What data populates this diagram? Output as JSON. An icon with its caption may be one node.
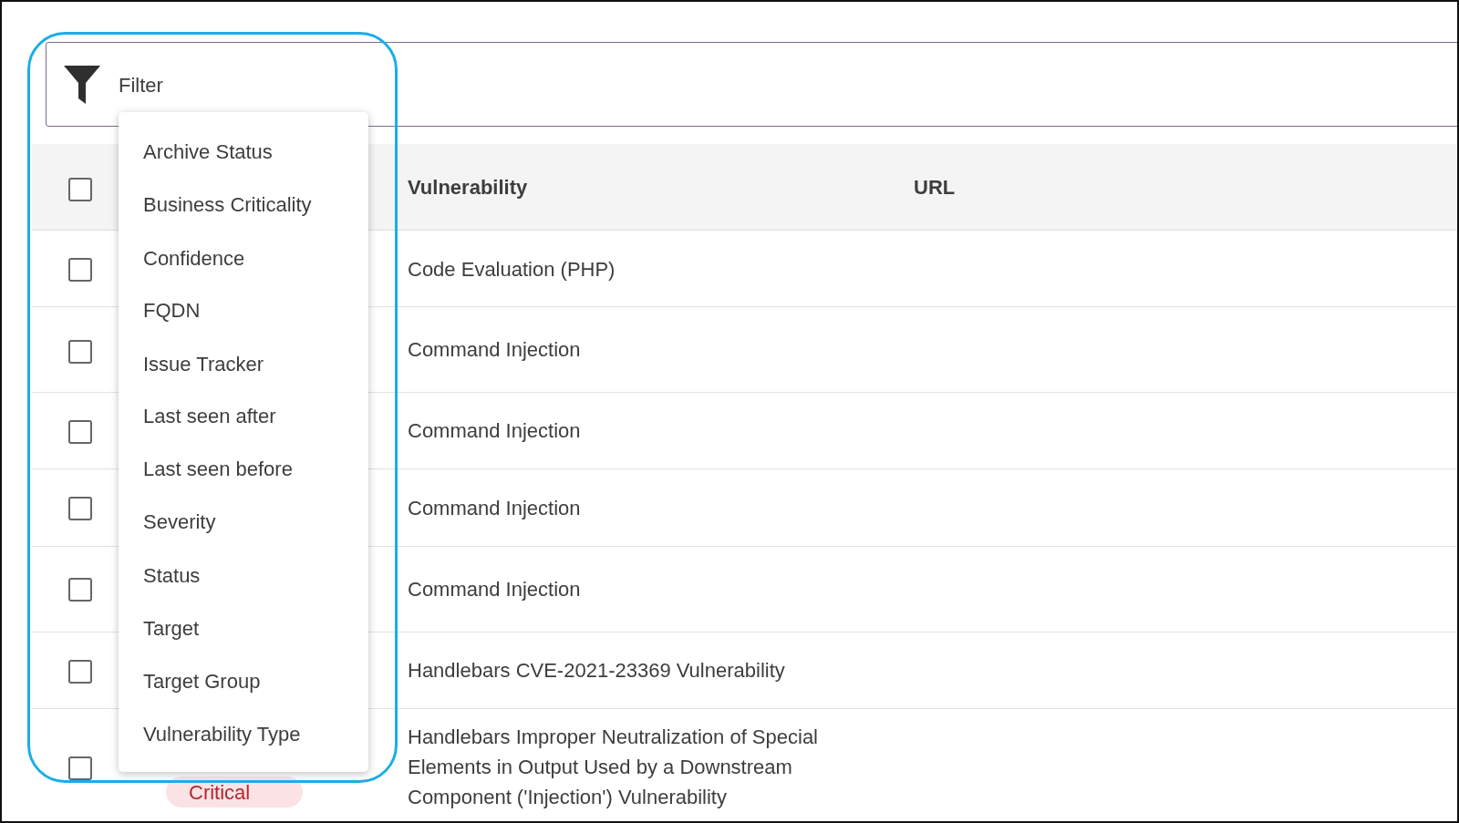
{
  "diagram": {
    "labels": [
      "Filter",
      "Archive Status",
      "Business Criticality",
      "Confidence",
      "FQDN",
      "Issue Tracker",
      "Last seen after",
      "Last seen before",
      "Severity",
      "Status",
      "Target",
      "Target Group",
      "Vulnerability Type",
      "Vulnerability",
      "URL",
      "Code Evaluation (PHP)",
      "Command Injection",
      "Command Injection",
      "Command Injection",
      "Command Injection",
      "Handlebars CVE-2021-23369 Vulnerability",
      "Critical",
      "Handlebars Improper Neutralization of Special Elements in Output Used by a Downstream Component ('Injection') Vulnerability"
    ]
  }
}
